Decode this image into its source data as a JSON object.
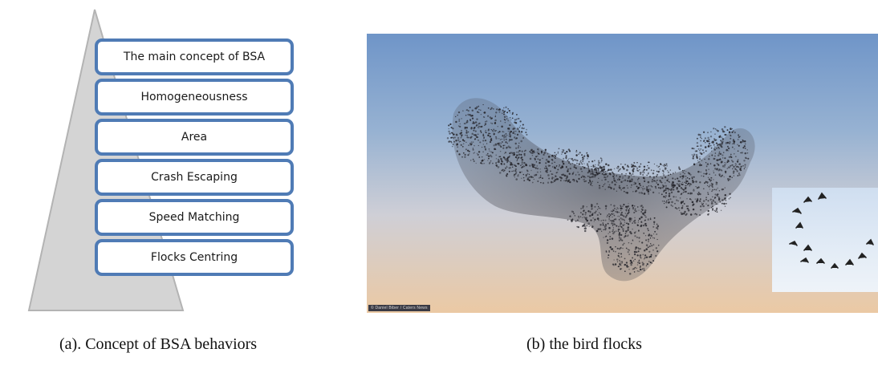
{
  "concept_boxes": [
    "The main concept of BSA",
    "Homogeneousness",
    "Area",
    "Crash Escaping",
    "Speed Matching",
    "Flocks Centring"
  ],
  "photo": {
    "credit_text": "© Daniel Biber / Caters News"
  },
  "captions": {
    "a": "(a). Concept of BSA behaviors",
    "b": "(b) the bird flocks"
  }
}
